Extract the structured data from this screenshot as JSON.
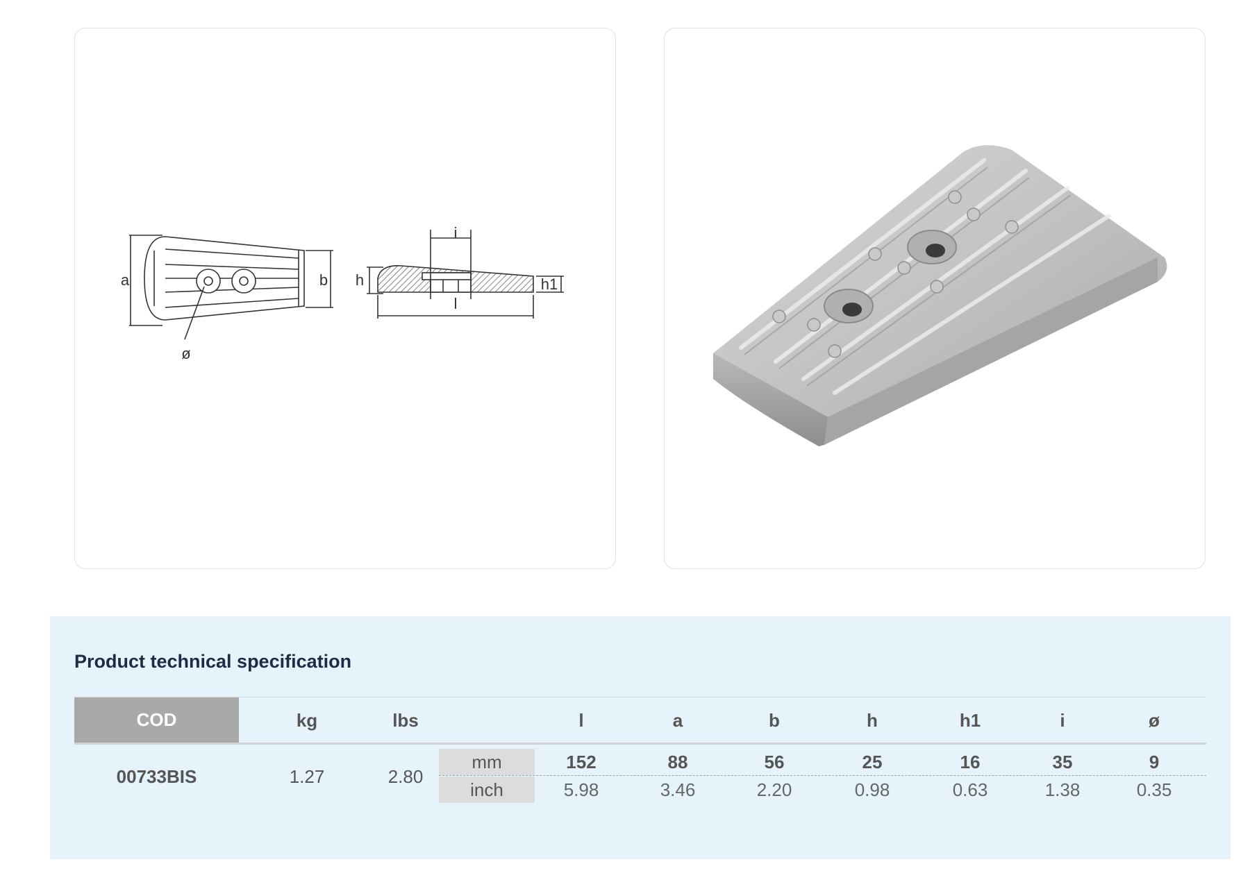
{
  "drawing": {
    "labels": {
      "a": "a",
      "b": "b",
      "h": "h",
      "h1": "h1",
      "i": "i",
      "l": "l",
      "diameter": "ø"
    }
  },
  "spec": {
    "title": "Product technical specification",
    "headers": {
      "cod": "COD",
      "kg": "kg",
      "lbs": "lbs",
      "l": "l",
      "a": "a",
      "b": "b",
      "h": "h",
      "h1": "h1",
      "i": "i",
      "diameter": "ø"
    },
    "units": {
      "mm": "mm",
      "inch": "inch"
    },
    "row": {
      "cod": "00733BIS",
      "kg": "1.27",
      "lbs": "2.80",
      "mm": {
        "l": "152",
        "a": "88",
        "b": "56",
        "h": "25",
        "h1": "16",
        "i": "35",
        "diameter": "9"
      },
      "inch": {
        "l": "5.98",
        "a": "3.46",
        "b": "2.20",
        "h": "0.98",
        "h1": "0.63",
        "i": "1.38",
        "diameter": "0.35"
      }
    }
  },
  "colors": {
    "panel_bg": "#e6f3fb",
    "cod_header_bg": "#a9a9a9",
    "title": "#1f2a44"
  }
}
